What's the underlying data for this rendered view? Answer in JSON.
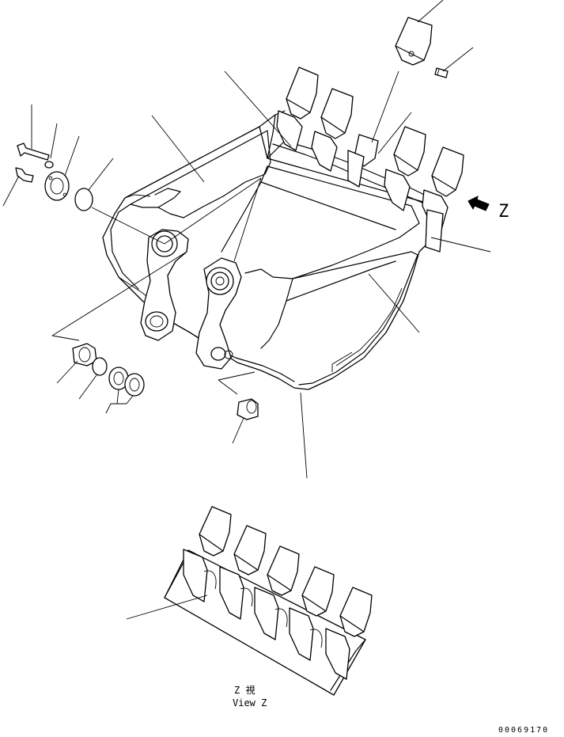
{
  "view_label_jp": "Z 視",
  "view_label_en": "View Z",
  "direction_letter": "Z",
  "drawing_number": "00069170"
}
